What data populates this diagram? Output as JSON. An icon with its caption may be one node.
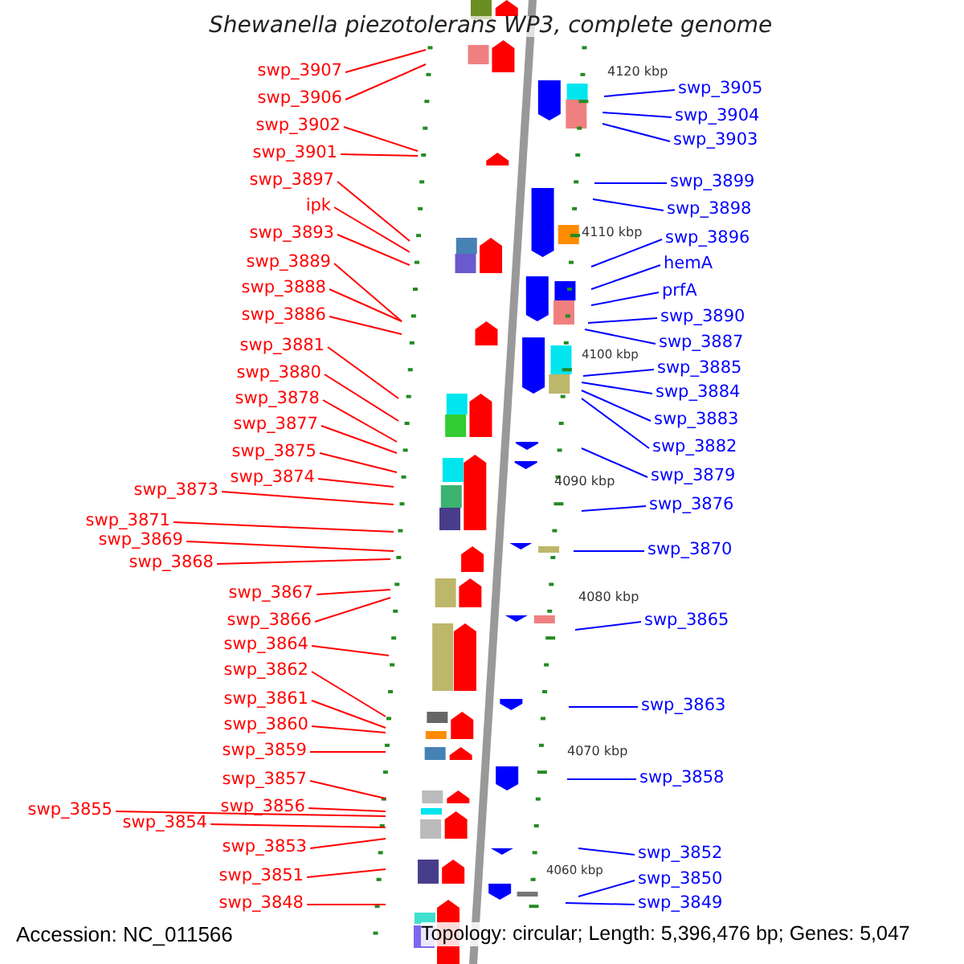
{
  "diagram": {
    "title": "Shewanella piezotolerans WP3, complete genome",
    "nodes": [
      {
        "text": [
          "swp_3907"
        ]
      },
      {
        "text": [
          "swp_3906"
        ]
      },
      {
        "text": [
          "swp_3902"
        ]
      },
      {
        "text": [
          "swp_3901"
        ]
      },
      {
        "text": [
          "swp_3897"
        ]
      },
      {
        "text": [
          "ipk"
        ]
      },
      {
        "text": [
          "swp_3893"
        ]
      },
      {
        "text": [
          "swp_3889"
        ]
      },
      {
        "text": [
          "swp_3888"
        ]
      },
      {
        "text": [
          "swp_3886"
        ]
      },
      {
        "text": [
          "swp_3881"
        ]
      },
      {
        "text": [
          "swp_3880"
        ]
      },
      {
        "text": [
          "swp_3878"
        ]
      },
      {
        "text": [
          "swp_3877"
        ]
      },
      {
        "text": [
          "swp_3875"
        ]
      },
      {
        "text": [
          "swp_3874"
        ]
      },
      {
        "text": [
          "swp_3873"
        ]
      },
      {
        "text": [
          "swp_3871"
        ]
      },
      {
        "text": [
          "swp_3869"
        ]
      },
      {
        "text": [
          "swp_3868"
        ]
      },
      {
        "text": [
          "swp_3867"
        ]
      },
      {
        "text": [
          "swp_3866"
        ]
      },
      {
        "text": [
          "swp_3864"
        ]
      },
      {
        "text": [
          "swp_3862"
        ]
      },
      {
        "text": [
          "swp_3861"
        ]
      },
      {
        "text": [
          "swp_3860"
        ]
      },
      {
        "text": [
          "swp_3859"
        ]
      },
      {
        "text": [
          "swp_3857"
        ]
      },
      {
        "text": [
          "swp_3856"
        ]
      },
      {
        "text": [
          "swp_3855"
        ]
      },
      {
        "text": [
          "swp_3854"
        ]
      },
      {
        "text": [
          "swp_3853"
        ]
      },
      {
        "text": [
          "swp_3851"
        ]
      },
      {
        "text": [
          "swp_3848"
        ]
      },
      {
        "text": [
          "swp_3905"
        ]
      },
      {
        "text": [
          "swp_3904"
        ]
      },
      {
        "text": [
          "swp_3903"
        ]
      },
      {
        "text": [
          "swp_3899"
        ]
      },
      {
        "text": [
          "swp_3898"
        ]
      },
      {
        "text": [
          "swp_3896"
        ]
      },
      {
        "text": [
          "hemA"
        ]
      },
      {
        "text": [
          "prfA"
        ]
      },
      {
        "text": [
          "swp_3890"
        ]
      },
      {
        "text": [
          "swp_3887"
        ]
      },
      {
        "text": [
          "swp_3885"
        ]
      },
      {
        "text": [
          "swp_3884"
        ]
      },
      {
        "text": [
          "swp_3883"
        ]
      },
      {
        "text": [
          "swp_3882"
        ]
      },
      {
        "text": [
          "swp_3879"
        ]
      },
      {
        "text": [
          "swp_3876"
        ]
      },
      {
        "text": [
          "swp_3870"
        ]
      },
      {
        "text": [
          "swp_3865"
        ]
      },
      {
        "text": [
          "swp_3863"
        ]
      },
      {
        "text": [
          "swp_3858"
        ]
      },
      {
        "text": [
          "swp_3852"
        ]
      },
      {
        "text": [
          "swp_3850"
        ]
      },
      {
        "text": [
          "swp_3849"
        ]
      }
    ],
    "edges": [
      {
        "from": 0,
        "to": null,
        "arrow": "none"
      },
      {
        "from": 1,
        "to": null,
        "arrow": "none"
      },
      {
        "from": 2,
        "to": null,
        "arrow": "none"
      },
      {
        "from": 3,
        "to": null,
        "arrow": "none"
      },
      {
        "from": 4,
        "to": null,
        "arrow": "none"
      },
      {
        "from": 5,
        "to": null,
        "arrow": "none"
      },
      {
        "from": 6,
        "to": null,
        "arrow": "none"
      },
      {
        "from": 7,
        "to": null,
        "arrow": "none"
      },
      {
        "from": 8,
        "to": null,
        "arrow": "none"
      },
      {
        "from": 9,
        "to": null,
        "arrow": "none"
      },
      {
        "from": 10,
        "to": null,
        "arrow": "none"
      },
      {
        "from": 11,
        "to": null,
        "arrow": "none"
      },
      {
        "from": 12,
        "to": null,
        "arrow": "none"
      },
      {
        "from": 13,
        "to": null,
        "arrow": "none"
      },
      {
        "from": 14,
        "to": null,
        "arrow": "none"
      },
      {
        "from": 15,
        "to": null,
        "arrow": "none"
      },
      {
        "from": 16,
        "to": null,
        "arrow": "none"
      },
      {
        "from": 17,
        "to": null,
        "arrow": "none"
      },
      {
        "from": 18,
        "to": null,
        "arrow": "none"
      },
      {
        "from": 19,
        "to": null,
        "arrow": "none"
      },
      {
        "from": 20,
        "to": null,
        "arrow": "none"
      },
      {
        "from": 21,
        "to": null,
        "arrow": "none"
      },
      {
        "from": 22,
        "to": null,
        "arrow": "none"
      },
      {
        "from": 23,
        "to": null,
        "arrow": "none"
      },
      {
        "from": 24,
        "to": null,
        "arrow": "none"
      },
      {
        "from": 25,
        "to": null,
        "arrow": "none"
      },
      {
        "from": 26,
        "to": null,
        "arrow": "none"
      },
      {
        "from": 27,
        "to": null,
        "arrow": "none"
      },
      {
        "from": 28,
        "to": null,
        "arrow": "none"
      },
      {
        "from": 29,
        "to": null,
        "arrow": "none"
      },
      {
        "from": 30,
        "to": null,
        "arrow": "none"
      },
      {
        "from": 31,
        "to": null,
        "arrow": "none"
      },
      {
        "from": 32,
        "to": null,
        "arrow": "none"
      },
      {
        "from": 33,
        "to": null,
        "arrow": "none"
      },
      {
        "from": 34,
        "to": null,
        "arrow": "none",
        "color": "#0000ff"
      },
      {
        "from": 35,
        "to": null,
        "arrow": "none",
        "color": "#0000ff"
      },
      {
        "from": 36,
        "to": null,
        "arrow": "none",
        "color": "#0000ff"
      },
      {
        "from": 37,
        "to": null,
        "arrow": "none",
        "color": "#0000ff"
      },
      {
        "from": 38,
        "to": null,
        "arrow": "none",
        "color": "#0000ff"
      },
      {
        "from": 39,
        "to": null,
        "arrow": "none",
        "color": "#0000ff"
      },
      {
        "from": 40,
        "to": null,
        "arrow": "none",
        "color": "#0000ff"
      },
      {
        "from": 41,
        "to": null,
        "arrow": "none",
        "color": "#0000ff"
      },
      {
        "from": 42,
        "to": null,
        "arrow": "none",
        "color": "#0000ff"
      },
      {
        "from": 43,
        "to": null,
        "arrow": "none",
        "color": "#0000ff"
      },
      {
        "from": 44,
        "to": null,
        "arrow": "none",
        "color": "#0000ff"
      },
      {
        "from": 45,
        "to": null,
        "arrow": "none",
        "color": "#0000ff"
      },
      {
        "from": 46,
        "to": null,
        "arrow": "none",
        "color": "#0000ff"
      },
      {
        "from": 47,
        "to": null,
        "arrow": "none",
        "color": "#0000ff"
      },
      {
        "from": 48,
        "to": null,
        "arrow": "none",
        "color": "#0000ff"
      },
      {
        "from": 49,
        "to": null,
        "arrow": "none",
        "color": "#0000ff"
      },
      {
        "from": 50,
        "to": null,
        "arrow": "none",
        "color": "#0000ff"
      },
      {
        "from": 51,
        "to": null,
        "arrow": "none",
        "color": "#0000ff"
      },
      {
        "from": 52,
        "to": null,
        "arrow": "none",
        "color": "#0000ff"
      },
      {
        "from": 53,
        "to": null,
        "arrow": "none",
        "color": "#0000ff"
      },
      {
        "from": 54,
        "to": null,
        "arrow": "none",
        "color": "#0000ff"
      },
      {
        "from": 55,
        "to": null,
        "arrow": "none",
        "color": "#0000ff"
      },
      {
        "from": 56,
        "to": null,
        "arrow": "none",
        "color": "#0000ff"
      }
    ],
    "labels": [
      "4120 kbp",
      "4110 kbp",
      "4100 kbp",
      "4090 kbp",
      "4080 kbp",
      "4070 kbp",
      "4060 kbp",
      "Accession: NC_011566",
      "Topology: circular; Length: 5,396,476 bp; Genes: 5,047"
    ]
  }
}
